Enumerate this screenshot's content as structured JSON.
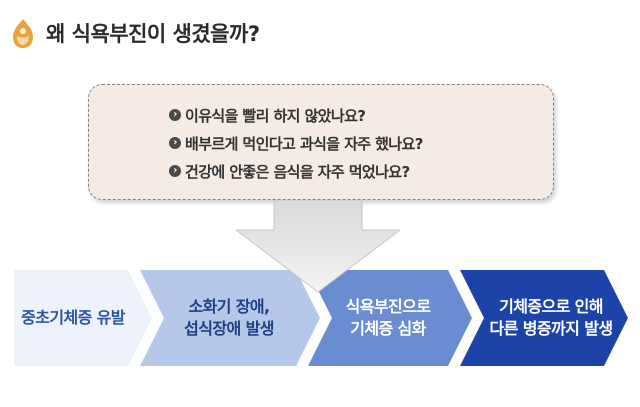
{
  "header": {
    "title": "왜 식욕부진이 생겼을까?",
    "logo_icon": "orange-face-icon"
  },
  "questions": {
    "items": [
      "이유식을 빨리 하지 않았나요?",
      "배부르게 먹인다고 과식을 자주 했나요?",
      "건강에 안좋은 음식을 자주 먹었나요?"
    ],
    "bullet_icon": "chevron-right-circle-icon"
  },
  "flow": {
    "stages": [
      {
        "line1": "중초기체증 유발",
        "line2": "",
        "color": "#eef3fb",
        "text_color": "#2b56a6"
      },
      {
        "line1": "소화기 장애,",
        "line2": "섭식장애 발생",
        "color": "#b5c8ea",
        "text_color": "#1f3f86"
      },
      {
        "line1": "식욕부진으로",
        "line2": "기체증 심화",
        "color": "#6a8dd1",
        "text_color": "#ffffff"
      },
      {
        "line1": "기체증으로 인해",
        "line2": "다른 병증까지 발생",
        "color": "#1c44a8",
        "text_color": "#ffffff"
      }
    ]
  }
}
